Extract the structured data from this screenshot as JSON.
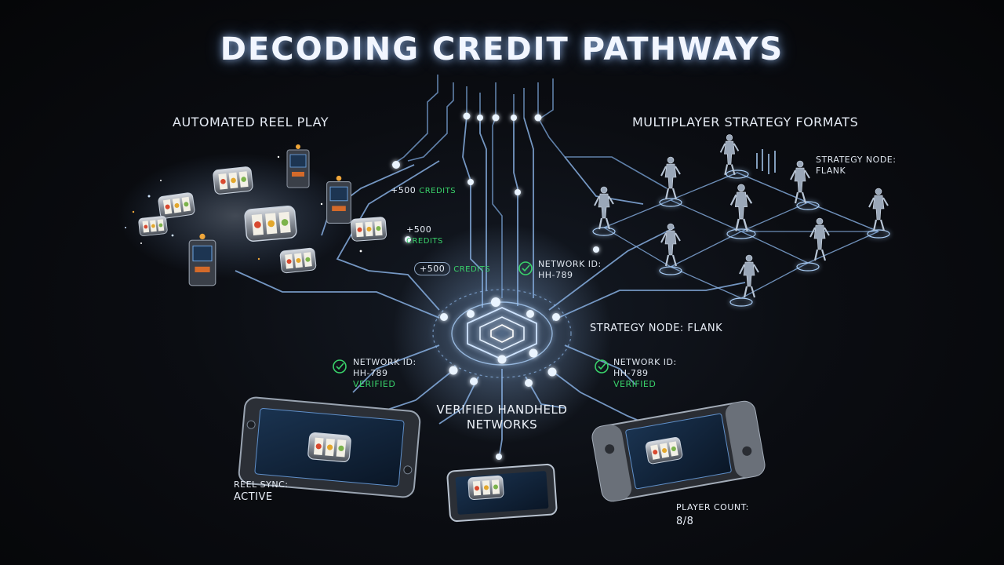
{
  "title": "DECODING CREDIT PATHWAYS",
  "sections": {
    "reel": "AUTOMATED REEL PLAY",
    "multiplayer": "MULTIPLAYER STRATEGY FORMATS",
    "handheld_line1": "VERIFIED HANDHELD",
    "handheld_line2": "NETWORKS"
  },
  "credits": {
    "c1_amount": "+500",
    "c1_unit": "CREDITS",
    "c2_amount": "+500",
    "c2_unit": "CREDITS",
    "c3_amount": "+500",
    "c3_unit": "CREDITS"
  },
  "network_center": {
    "label": "NETWORK ID:",
    "id": "HH-789"
  },
  "network_left": {
    "label": "NETWORK ID:",
    "id": "HH-789",
    "status": "VERIFIED"
  },
  "network_right": {
    "label": "NETWORK ID:",
    "id": "HH-789",
    "status": "VERIFIED"
  },
  "strategy_top": {
    "label": "STRATEGY NODE:",
    "value": "FLANK"
  },
  "strategy_center": "STRATEGY NODE: FLANK",
  "reel_sync": {
    "label": "REEL SYNC:",
    "value": "ACTIVE"
  },
  "player_count": {
    "label": "PLAYER COUNT:",
    "value": "8/8"
  },
  "colors": {
    "glow": "#9ec9ff",
    "line": "#7fa9d9",
    "verified": "#39d26a",
    "background": "#07080b"
  },
  "icons": [
    "check-circle-icon",
    "slot-reel-icon",
    "arcade-cabinet-icon",
    "player-figure-icon",
    "tablet-device-icon",
    "phone-device-icon",
    "handheld-console-icon",
    "hub-core-icon"
  ]
}
